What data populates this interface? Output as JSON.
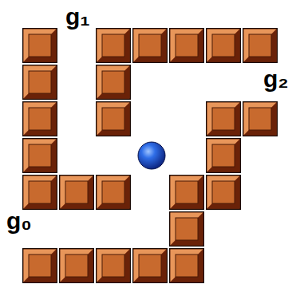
{
  "diagram": {
    "labels": [
      "g₁",
      "g₂",
      "g₀"
    ]
  }
}
